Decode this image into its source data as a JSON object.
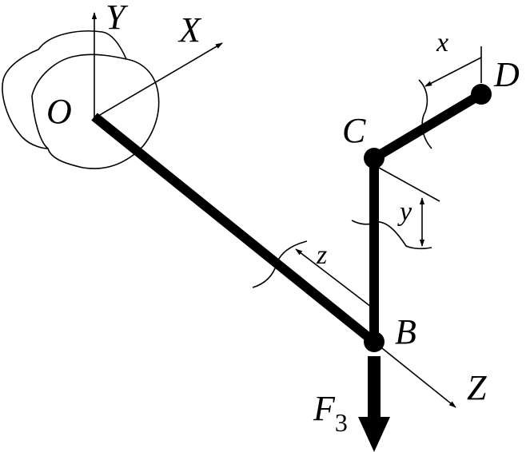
{
  "labels": {
    "axis_y": "Y",
    "axis_x": "X",
    "origin": "O",
    "point_c": "C",
    "point_d": "D",
    "point_b": "B",
    "axis_z": "Z",
    "dim_x": "x",
    "dim_y": "y",
    "dim_z": "z",
    "force_main": "F",
    "force_sub": "3"
  }
}
